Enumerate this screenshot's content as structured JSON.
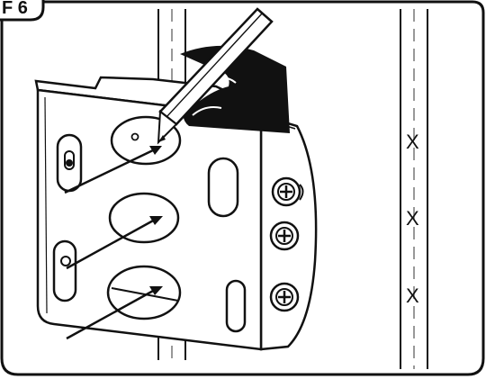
{
  "step_tab": {
    "label": "F 6"
  },
  "marks": [
    "X",
    "X",
    "X"
  ],
  "colors": {
    "ink": "#111111",
    "paper": "#ffffff",
    "shade": "#e6e6e6",
    "guide": "#9a9a9a"
  },
  "icons": [
    "pencil-icon",
    "arrow-icon",
    "screw-icon",
    "wall-stud-icon"
  ]
}
